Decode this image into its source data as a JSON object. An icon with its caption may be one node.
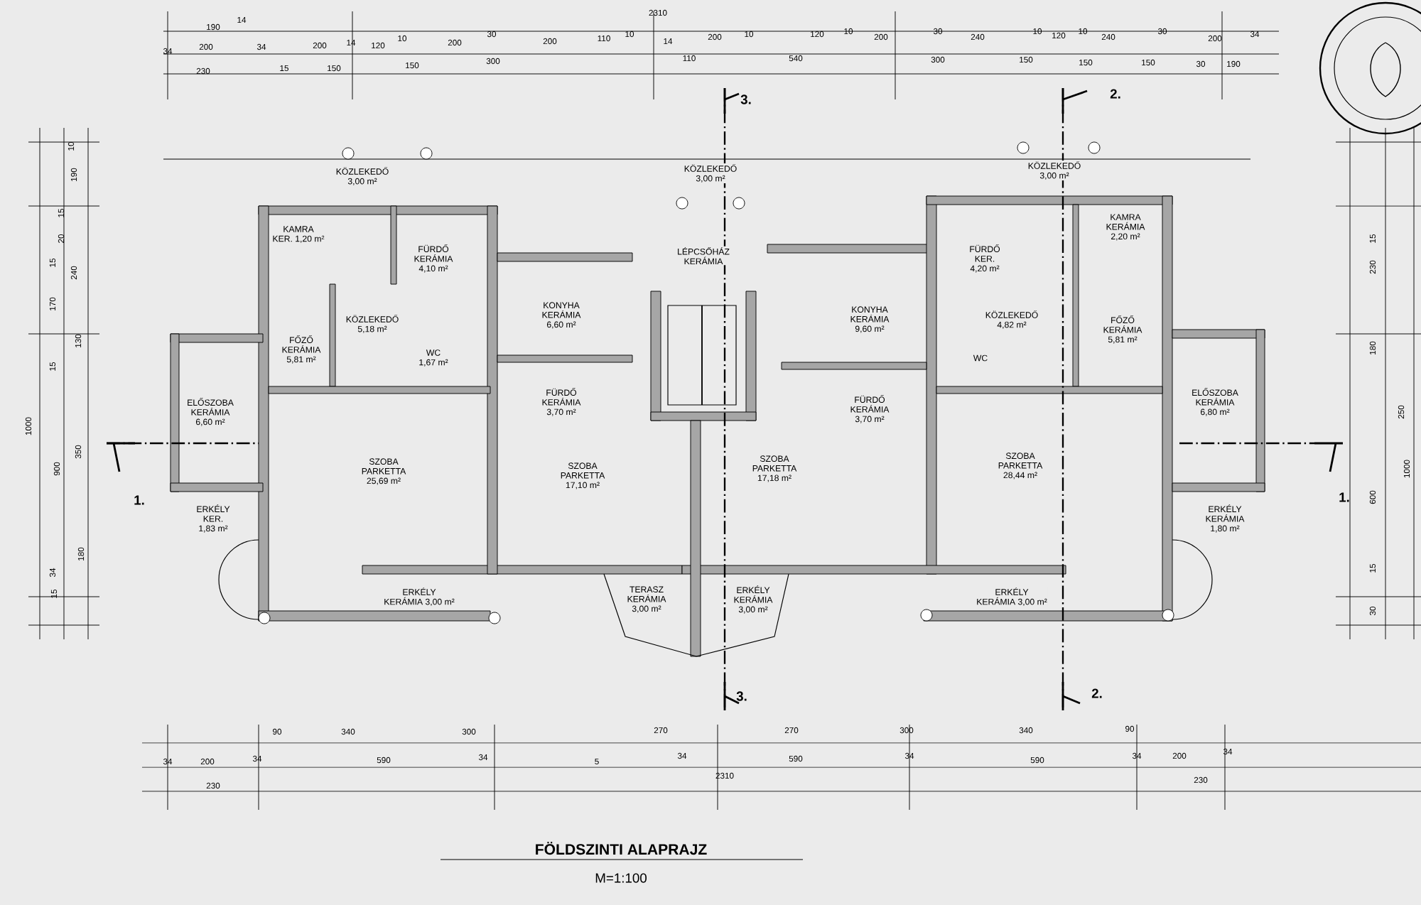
{
  "diagram": {
    "title": "FÖLDSZINTI ALAPRAJZ",
    "caption": "M=1:100",
    "nodes": [
      {
        "text": [
          "KÖZLEKEDŐ",
          "3,00 m²"
        ]
      },
      {
        "text": [
          "KAMRA",
          "KER. 1,20 m²"
        ]
      },
      {
        "text": [
          "FÜRDŐ",
          "KERÁMIA",
          "4,10 m²"
        ]
      },
      {
        "text": [
          "KÖZLEKEDŐ",
          "5,18 m²"
        ]
      },
      {
        "text": [
          "KONYHA",
          "KERÁMIA",
          "6,60 m²"
        ]
      },
      {
        "text": [
          "FŐZŐ",
          "KERÁMIA",
          "5,81 m²"
        ]
      },
      {
        "text": [
          "WC",
          "1,67 m²"
        ]
      },
      {
        "text": [
          "ELŐSZOBA",
          "KERÁMIA",
          "6,60 m²"
        ]
      },
      {
        "text": [
          "FÜRDŐ",
          "KERÁMIA",
          "3,70 m²"
        ]
      },
      {
        "text": [
          "SZOBA",
          "PARKETTA",
          "25,69 m²"
        ]
      },
      {
        "text": [
          "ERKÉLY",
          "KER.",
          "1,83 m²"
        ]
      },
      {
        "text": [
          "SZOBA",
          "PARKETTA",
          "17,10 m²"
        ]
      },
      {
        "text": [
          "ERKÉLY",
          "KERÁMIA 3,00 m²"
        ]
      },
      {
        "text": [
          "KÖZLEKEDŐ",
          "3,00 m²"
        ]
      },
      {
        "text": [
          "LÉPCSŐHÁZ",
          "KERÁMIA"
        ]
      },
      {
        "text": [
          "TERASZ",
          "KERÁMIA",
          "3,00 m²"
        ]
      },
      {
        "text": [
          "ERKÉLY",
          "KERÁMIA",
          "3,00 m²"
        ]
      },
      {
        "text": [
          "KÖZLEKEDŐ",
          "3,00 m²"
        ]
      },
      {
        "text": [
          "KONYHA",
          "KERÁMIA",
          "9,60 m²"
        ]
      },
      {
        "text": [
          "FÜRDŐ",
          "KER.",
          "4,20 m²"
        ]
      },
      {
        "text": [
          "KAMRA",
          "KERÁMIA",
          "2,20 m²"
        ]
      },
      {
        "text": [
          "KÖZLEKEDŐ",
          "4,82 m²"
        ]
      },
      {
        "text": [
          "WC"
        ]
      },
      {
        "text": [
          "FŐZŐ",
          "KERÁMIA",
          "5,81 m²"
        ]
      },
      {
        "text": [
          "FÜRDŐ",
          "KERÁMIA",
          "3,70 m²"
        ]
      },
      {
        "text": [
          "ELŐSZOBA",
          "KERÁMIA",
          "6,80 m²"
        ]
      },
      {
        "text": [
          "SZOBA",
          "PARKETTA",
          "17,18 m²"
        ]
      },
      {
        "text": [
          "SZOBA",
          "PARKETTA",
          "28,44 m²"
        ]
      },
      {
        "text": [
          "ERKÉLY",
          "KERÁMIA",
          "1,80 m²"
        ]
      },
      {
        "text": [
          "ERKÉLY",
          "KERÁMIA 3,00 m²"
        ]
      }
    ],
    "labels": [
      "190",
      "14",
      "2310",
      "34",
      "200",
      "34",
      "200",
      "14",
      "120",
      "10",
      "200",
      "30",
      "200",
      "110",
      "10",
      "14",
      "200",
      "10",
      "120",
      "10",
      "200",
      "30",
      "240",
      "10",
      "120",
      "10",
      "240",
      "30",
      "200",
      "34",
      "230",
      "15",
      "150",
      "150",
      "300",
      "110",
      "540",
      "300",
      "150",
      "150",
      "150",
      "30",
      "190",
      "3.",
      "2.",
      "1.",
      "1.",
      "3.",
      "2.",
      "10",
      "190",
      "15",
      "20",
      "15",
      "240",
      "170",
      "130",
      "15",
      "350",
      "900",
      "1000",
      "180",
      "34",
      "15",
      "15",
      "230",
      "180",
      "250",
      "600",
      "15",
      "30",
      "1000",
      "90",
      "340",
      "300",
      "270",
      "270",
      "300",
      "340",
      "90",
      "34",
      "200",
      "34",
      "590",
      "34",
      "5",
      "34",
      "590",
      "34",
      "590",
      "34",
      "200",
      "34",
      "230",
      "2310",
      "230"
    ]
  }
}
